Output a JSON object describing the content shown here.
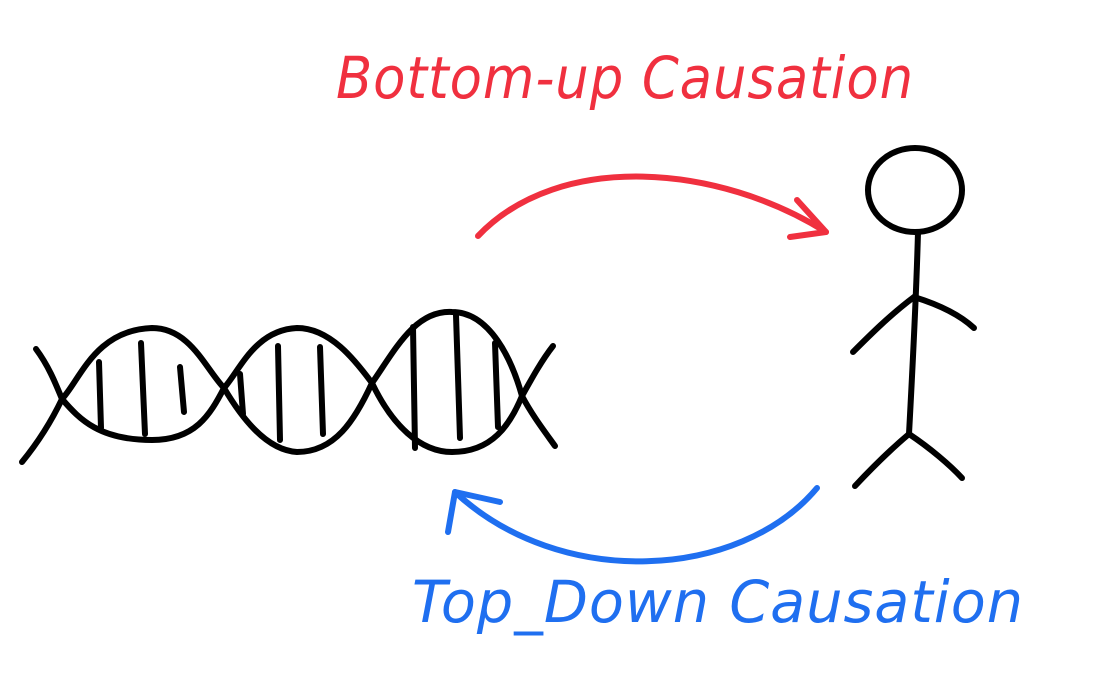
{
  "labels": {
    "bottom_up": "Bottom-up Causation",
    "top_down": "Top_Down Causation"
  },
  "colors": {
    "bottom_up": "#f0303f",
    "top_down": "#1f6ff0",
    "ink": "#000000",
    "background": "#ffffff"
  },
  "figures": {
    "left": "dna-double-helix",
    "right": "stick-figure-person"
  }
}
